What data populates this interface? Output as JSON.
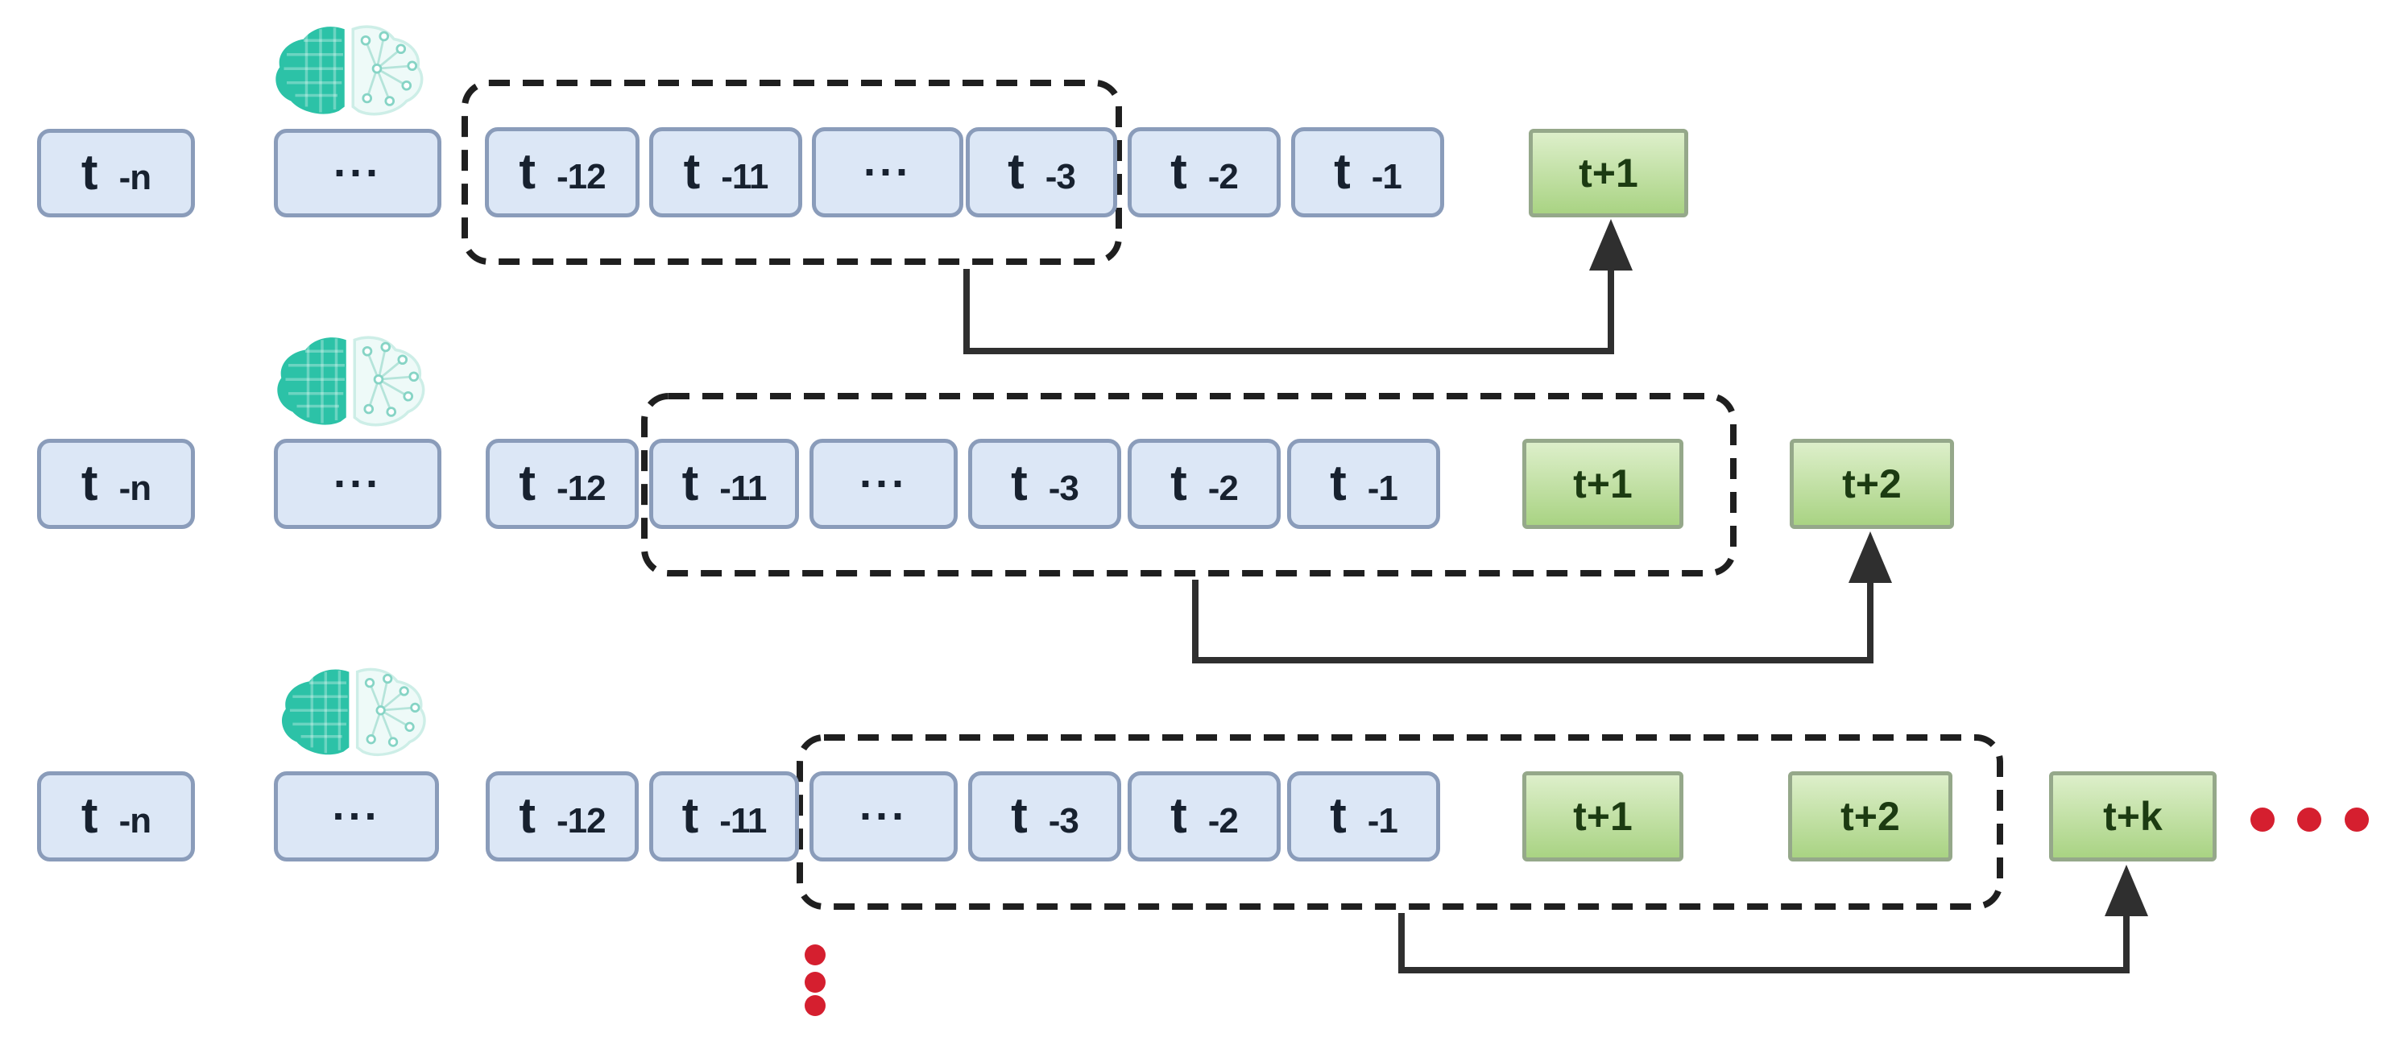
{
  "colors": {
    "box_blue_fill": "#dce7f6",
    "box_blue_border": "#8a9cba",
    "box_text_dark": "#17212f",
    "box_green_fill_top": "#ddefca",
    "box_green_fill_bottom": "#a9d383",
    "box_green_border": "#95a88a",
    "green_text": "#1c3b12",
    "dashed_border": "#1f1f1f",
    "arrow": "#2f2f2f",
    "brain_teal": "#2cc2a7",
    "red_accent": "#d51f2f"
  },
  "icons": {
    "brain": "ai-brain-half-solid-half-network",
    "red_ellipsis_vertical": "three-red-dots-vertical",
    "red_ellipsis_horizontal": "three-red-dots-horizontal"
  },
  "rows": [
    {
      "boxes": [
        {
          "main": "t",
          "sub": "-n"
        },
        {
          "label": "..."
        },
        {
          "main": "t",
          "sub": "-12"
        },
        {
          "main": "t",
          "sub": "-11"
        },
        {
          "label": "..."
        },
        {
          "main": "t",
          "sub": "-3"
        },
        {
          "main": "t",
          "sub": "-2"
        },
        {
          "main": "t",
          "sub": "-1"
        },
        {
          "label": "t+1"
        }
      ]
    },
    {
      "boxes": [
        {
          "main": "t",
          "sub": "-n"
        },
        {
          "label": "..."
        },
        {
          "main": "t",
          "sub": "-12"
        },
        {
          "main": "t",
          "sub": "-11"
        },
        {
          "label": "..."
        },
        {
          "main": "t",
          "sub": "-3"
        },
        {
          "main": "t",
          "sub": "-2"
        },
        {
          "main": "t",
          "sub": "-1"
        },
        {
          "label": "t+1"
        },
        {
          "label": "t+2"
        }
      ]
    },
    {
      "boxes": [
        {
          "main": "t",
          "sub": "-n"
        },
        {
          "label": "..."
        },
        {
          "main": "t",
          "sub": "-12"
        },
        {
          "main": "t",
          "sub": "-11"
        },
        {
          "label": "..."
        },
        {
          "main": "t",
          "sub": "-3"
        },
        {
          "main": "t",
          "sub": "-2"
        },
        {
          "main": "t",
          "sub": "-1"
        },
        {
          "label": "t+1"
        },
        {
          "label": "t+2"
        },
        {
          "label": "t+k"
        }
      ]
    }
  ]
}
